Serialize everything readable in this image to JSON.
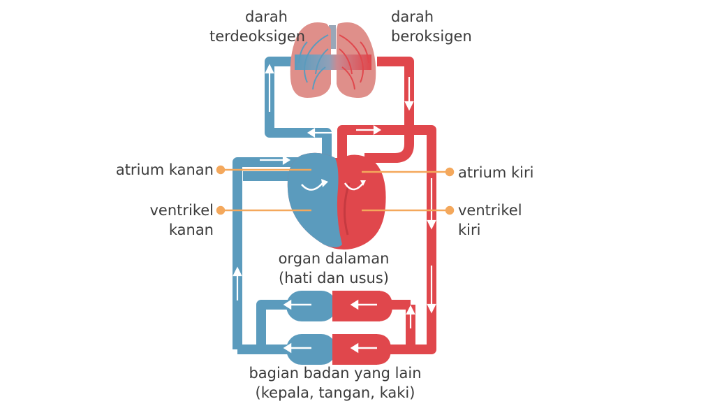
{
  "labels": {
    "deoxy": [
      "darah",
      "terdeoksigen"
    ],
    "oxy": [
      "darah",
      "beroksigen"
    ],
    "atrium_kanan": "atrium kanan",
    "ventrikel_kanan": [
      "ventrikel",
      "kanan"
    ],
    "atrium_kiri": "atrium kiri",
    "ventrikel_kiri": [
      "ventrikel",
      "kiri"
    ],
    "organ": [
      "organ dalaman",
      "(hati dan usus)"
    ],
    "body": [
      "bagian badan yang lain",
      "(kepala, tangan, kaki)"
    ]
  },
  "colors": {
    "blue": "#5b9bbd",
    "red": "#e0474c",
    "lung_pink": "#df8f8a",
    "pointer": "#f4a85c",
    "text": "#3b3b3b"
  }
}
